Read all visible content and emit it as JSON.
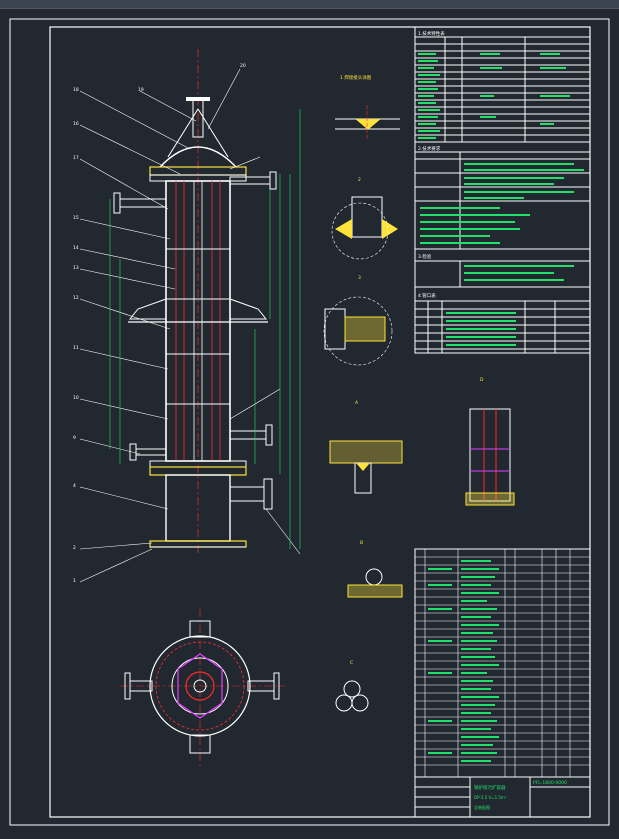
{
  "title_block": {
    "drawing_no": "PFL-1800-0000",
    "main_title": "锅炉排污扩容器",
    "subtitle": "DP-3.5 V=1.5m³",
    "sub2": "总装配图"
  },
  "sections": {
    "tech_char": "1.技术特性表",
    "tech_req": "2.技术要求",
    "inspection": "3.检验",
    "nozzle_table": "4.管口表"
  },
  "details": {
    "d1": "1 焊接接头详图",
    "d2": "2",
    "d3": "3",
    "d4": "A",
    "d5": "B",
    "d6": "C",
    "d7": "D"
  },
  "colors": {
    "bg": "#212830",
    "frame": "#ffffff",
    "red": "#ff2a2a",
    "green": "#22e06a",
    "yellow": "#ffe23a",
    "magenta": "#e040ff",
    "cyan": "#36d6ff"
  }
}
